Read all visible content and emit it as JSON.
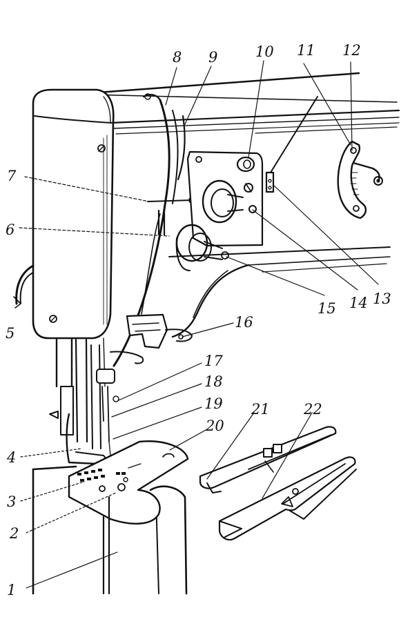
{
  "callouts": [
    {
      "id": "1",
      "label": "1"
    },
    {
      "id": "2",
      "label": "2"
    },
    {
      "id": "3",
      "label": "3"
    },
    {
      "id": "4",
      "label": "4"
    },
    {
      "id": "5",
      "label": "5"
    },
    {
      "id": "6",
      "label": "6"
    },
    {
      "id": "7",
      "label": "7"
    },
    {
      "id": "8",
      "label": "8"
    },
    {
      "id": "9",
      "label": "9"
    },
    {
      "id": "10",
      "label": "10"
    },
    {
      "id": "11",
      "label": "11"
    },
    {
      "id": "12",
      "label": "12"
    },
    {
      "id": "13",
      "label": "13"
    },
    {
      "id": "14",
      "label": "14"
    },
    {
      "id": "15",
      "label": "15"
    },
    {
      "id": "16",
      "label": "16"
    },
    {
      "id": "17",
      "label": "17"
    },
    {
      "id": "18",
      "label": "18"
    },
    {
      "id": "19",
      "label": "19"
    },
    {
      "id": "20",
      "label": "20"
    },
    {
      "id": "21",
      "label": "21"
    },
    {
      "id": "22",
      "label": "22"
    }
  ],
  "colors": {
    "ink": "#111111",
    "paper": "#ffffff"
  }
}
